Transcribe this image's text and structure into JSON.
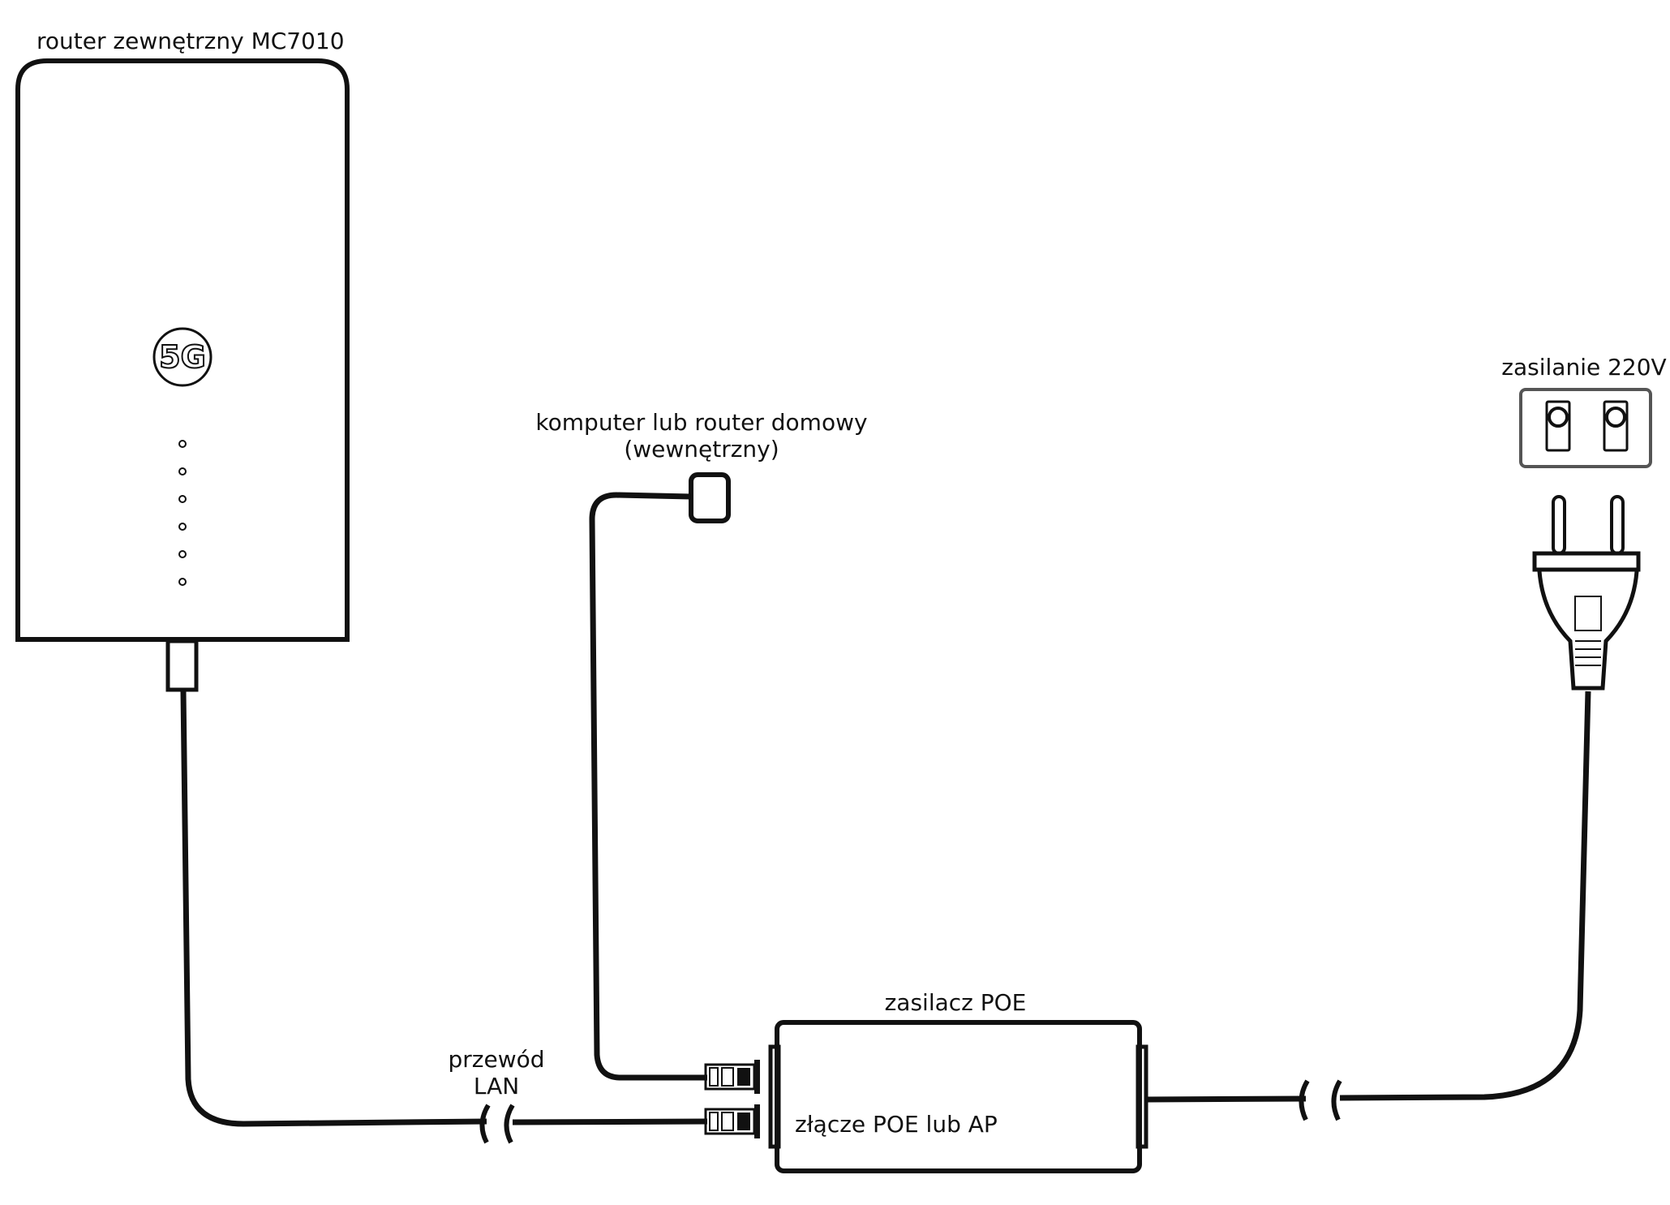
{
  "labels": {
    "router": "router zewnętrzny MC7010",
    "router_logo": "5G",
    "computer_line1": "komputer lub router domowy",
    "computer_line2": "(wewnętrzny)",
    "power": "zasilanie 220V",
    "poe": "zasilacz POE",
    "poe_port": "złącze POE lub AP",
    "cable_line1": "przewód",
    "cable_line2": "LAN"
  },
  "colors": {
    "line": "#111111",
    "background": "#ffffff",
    "socket_border": "#555555"
  }
}
